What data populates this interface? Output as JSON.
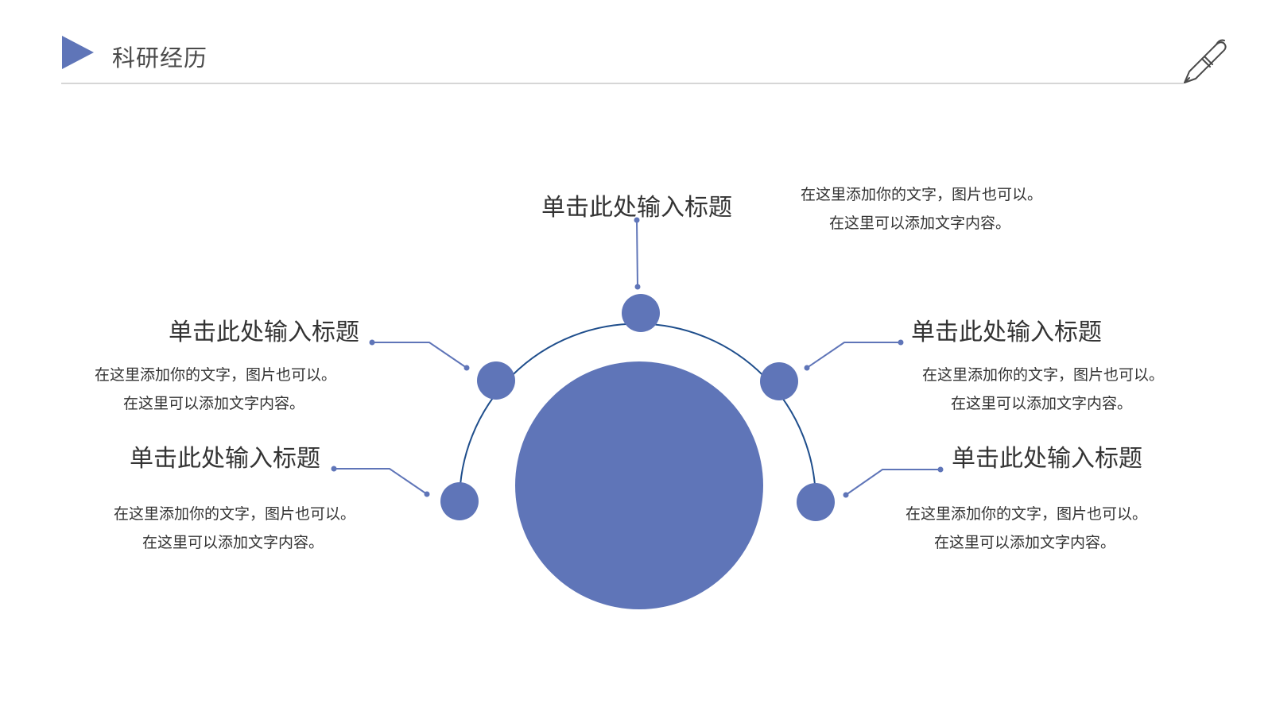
{
  "header": {
    "title": "科研经历",
    "icon_left": "play-triangle-icon",
    "icon_right": "pen-icon"
  },
  "colors": {
    "accent": "#5f75b8",
    "arc": "#1f4e8c",
    "connector": "#5f75b8",
    "text": "#333333",
    "divider": "#d6d6d6"
  },
  "items": [
    {
      "position": "top",
      "title": "单击此处输入标题",
      "desc_line1": "在这里添加你的文字，图片也可以。",
      "desc_line2": "在这里可以添加文字内容。"
    },
    {
      "position": "upper-left",
      "title": "单击此处输入标题",
      "desc_line1": "在这里添加你的文字，图片也可以。",
      "desc_line2": "在这里可以添加文字内容。"
    },
    {
      "position": "upper-right",
      "title": "单击此处输入标题",
      "desc_line1": "在这里添加你的文字，图片也可以。",
      "desc_line2": "在这里可以添加文字内容。"
    },
    {
      "position": "lower-left",
      "title": "单击此处输入标题",
      "desc_line1": "在这里添加你的文字，图片也可以。",
      "desc_line2": "在这里可以添加文字内容。"
    },
    {
      "position": "lower-right",
      "title": "单击此处输入标题",
      "desc_line1": "在这里添加你的文字，图片也可以。",
      "desc_line2": "在这里可以添加文字内容。"
    }
  ]
}
